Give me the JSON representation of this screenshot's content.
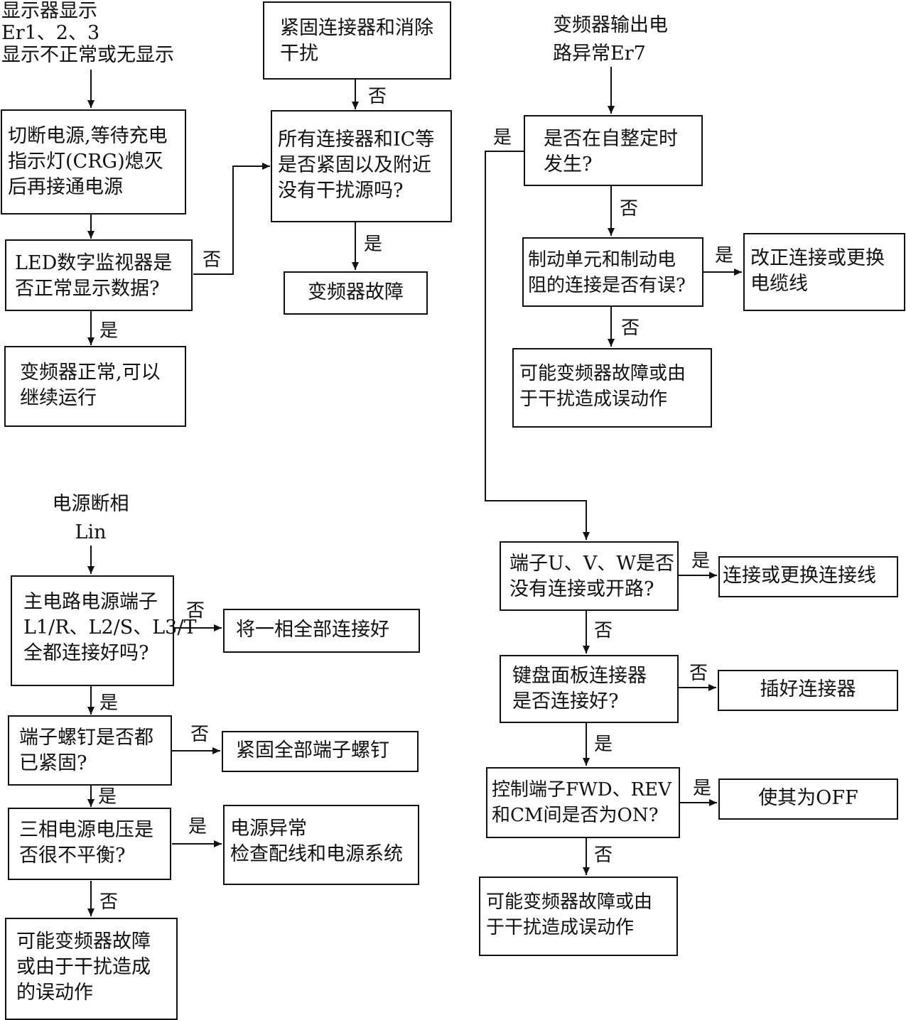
{
  "flow1": {
    "title_lines": [
      "显示器显示",
      "Er1、2、3",
      "显示不正常或无显示"
    ],
    "step1_lines": [
      "切断电源,等待充电",
      "指示灯(CRG)熄灭",
      "后再接通电源"
    ],
    "q_led_lines": [
      "LED数字监视器是",
      "否正常显示数据?"
    ],
    "ok_lines": [
      "变频器正常,可以",
      "继续运行"
    ],
    "q_connector_lines": [
      "所有连接器和IC等",
      "是否紧固以及附近",
      "没有干扰源吗?"
    ],
    "fix_lines": [
      "紧固连接器和消除",
      "干扰"
    ],
    "fault_lines": [
      "变频器故障"
    ]
  },
  "flow2": {
    "title_lines": [
      "电源断相",
      "Lin"
    ],
    "q_terminals_lines": [
      "主电路电源端子",
      "L1/R、L2/S、L3/T",
      "全都连接好吗?"
    ],
    "a_terminals_lines": [
      "将一相全部连接好"
    ],
    "q_screws_lines": [
      "端子螺钉是否都",
      "已紧固?"
    ],
    "a_screws_lines": [
      "紧固全部端子螺钉"
    ],
    "q_voltage_lines": [
      "三相电源电压是",
      "否很不平衡?"
    ],
    "a_voltage_lines": [
      "电源异常",
      "检查配线和电源系统"
    ],
    "end_lines": [
      "可能变频器故障",
      "或由于干扰造成",
      "的误动作"
    ]
  },
  "flow3": {
    "title_lines": [
      "变频器输出电",
      "路异常Er7"
    ],
    "q_autotune_lines": [
      "是否在自整定时",
      "发生?"
    ],
    "q_brake_lines": [
      "制动单元和制动电",
      "阻的连接是否有误?"
    ],
    "a_brake_lines": [
      "改正连接或更换",
      "电缆线"
    ],
    "end_brake_lines": [
      "可能变频器故障或由",
      "于干扰造成误动作"
    ],
    "q_uvw_lines": [
      "端子U、V、W是否",
      "没有连接或开路?"
    ],
    "a_uvw_lines": [
      "连接或更换连接线"
    ],
    "q_keypad_lines": [
      "键盘面板连接器",
      "是否连接好?"
    ],
    "a_keypad_lines": [
      "插好连接器"
    ],
    "q_ctrl_lines": [
      "控制端子FWD、REV",
      "和CM间是否为ON?"
    ],
    "a_ctrl_lines": [
      "使其为OFF"
    ],
    "end_lines": [
      "可能变频器故障或由",
      "于干扰造成误动作"
    ]
  },
  "labels": {
    "yes": "是",
    "no": "否"
  }
}
